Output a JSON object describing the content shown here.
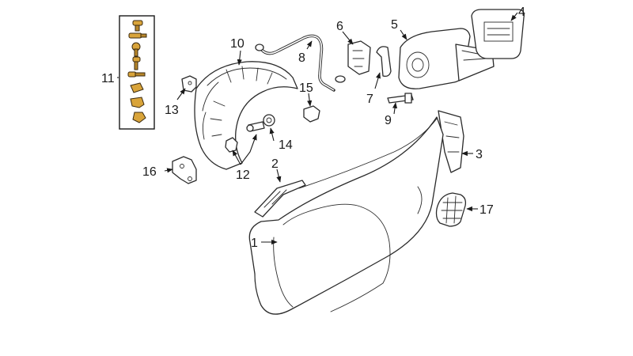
{
  "callouts": {
    "c1": "1",
    "c2": "2",
    "c3": "3",
    "c4": "4",
    "c5": "5",
    "c6": "6",
    "c7": "7",
    "c8": "8",
    "c9": "9",
    "c10": "10",
    "c11": "11",
    "c12": "12",
    "c13": "13",
    "c14": "14",
    "c15": "15",
    "c16": "16",
    "c17": "17"
  },
  "colors": {
    "fastener": "#d9a43a",
    "line": "#2b2b2b",
    "background": "#ffffff"
  }
}
